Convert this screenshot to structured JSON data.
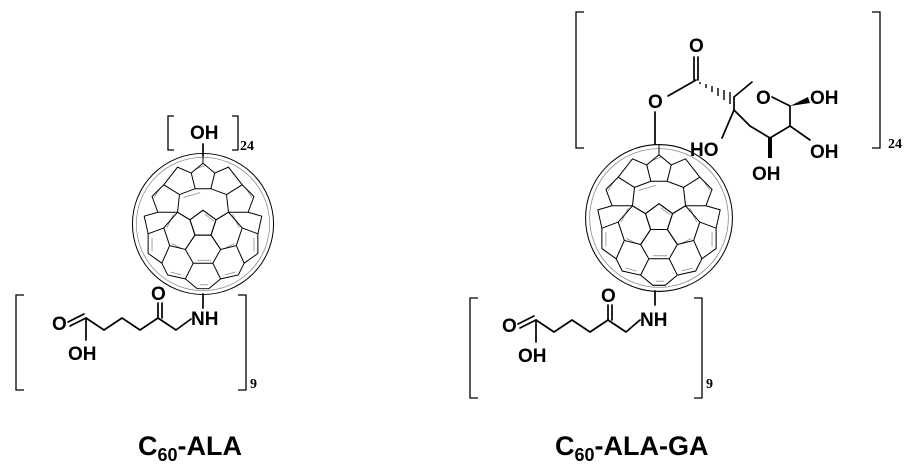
{
  "molecules": [
    {
      "id": "c60-ala",
      "name_base": "C",
      "name_sub": "60",
      "name_suffix": "-ALA",
      "hydroxyl_group": {
        "label": "OH",
        "count": "24"
      },
      "ala_group": {
        "o_carbonyl": "O",
        "nh": "NH",
        "acid_o": "O",
        "acid_oh": "OH",
        "count": "9"
      }
    },
    {
      "id": "c60-ala-ga",
      "name_base": "C",
      "name_sub": "60",
      "name_suffix": "-ALA-GA",
      "sugar_group": {
        "carbonyl_o": "O",
        "ester_o": "O",
        "ring_o": "O",
        "oh_1": "OH",
        "oh_2": "HO",
        "oh_3": "OH",
        "oh_4": "OH",
        "count": "24"
      },
      "ala_group": {
        "o_carbonyl": "O",
        "nh": "NH",
        "acid_o": "O",
        "acid_oh": "OH",
        "count": "9"
      }
    }
  ]
}
